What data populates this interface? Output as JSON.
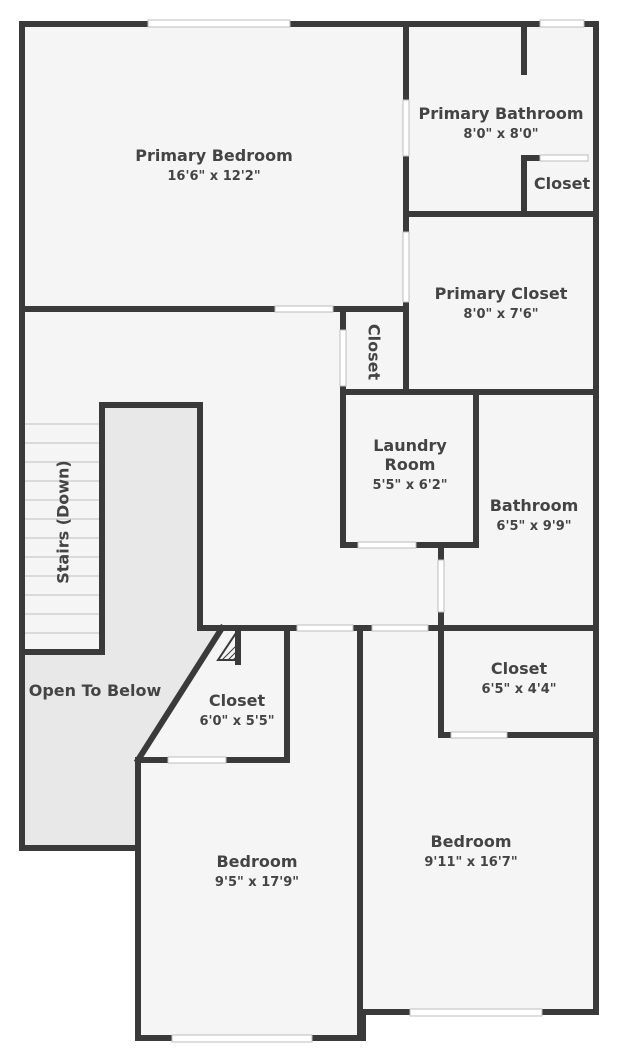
{
  "rooms": {
    "primary_bedroom": {
      "name": "Primary Bedroom",
      "dims": "16'6\" x 12'2\""
    },
    "primary_bathroom": {
      "name": "Primary Bathroom",
      "dims": "8'0\" x 8'0\""
    },
    "primary_bath_closet": {
      "name": "Closet"
    },
    "primary_closet": {
      "name": "Primary Closet",
      "dims": "8'0\" x 7'6\""
    },
    "hall_closet": {
      "name": "Closet"
    },
    "laundry": {
      "name_line1": "Laundry",
      "name_line2": "Room",
      "dims": "5'5\" x 6'2\""
    },
    "bathroom": {
      "name": "Bathroom",
      "dims": "6'5\" x 9'9\""
    },
    "stairs": {
      "name": "Stairs (Down)"
    },
    "open_to_below": {
      "name": "Open To Below"
    },
    "closet_left": {
      "name": "Closet",
      "dims": "6'0\" x 5'5\""
    },
    "closet_right": {
      "name": "Closet",
      "dims": "6'5\" x 4'4\""
    },
    "bedroom_left": {
      "name": "Bedroom",
      "dims": "9'5\" x 17'9\""
    },
    "bedroom_right": {
      "name": "Bedroom",
      "dims": "9'11\" x 16'7\""
    }
  },
  "colors": {
    "wall": "#3a3a3a",
    "floor": "#f5f5f5",
    "open_area": "#e8e8e8",
    "text": "#444444",
    "window": "#ffffff"
  }
}
